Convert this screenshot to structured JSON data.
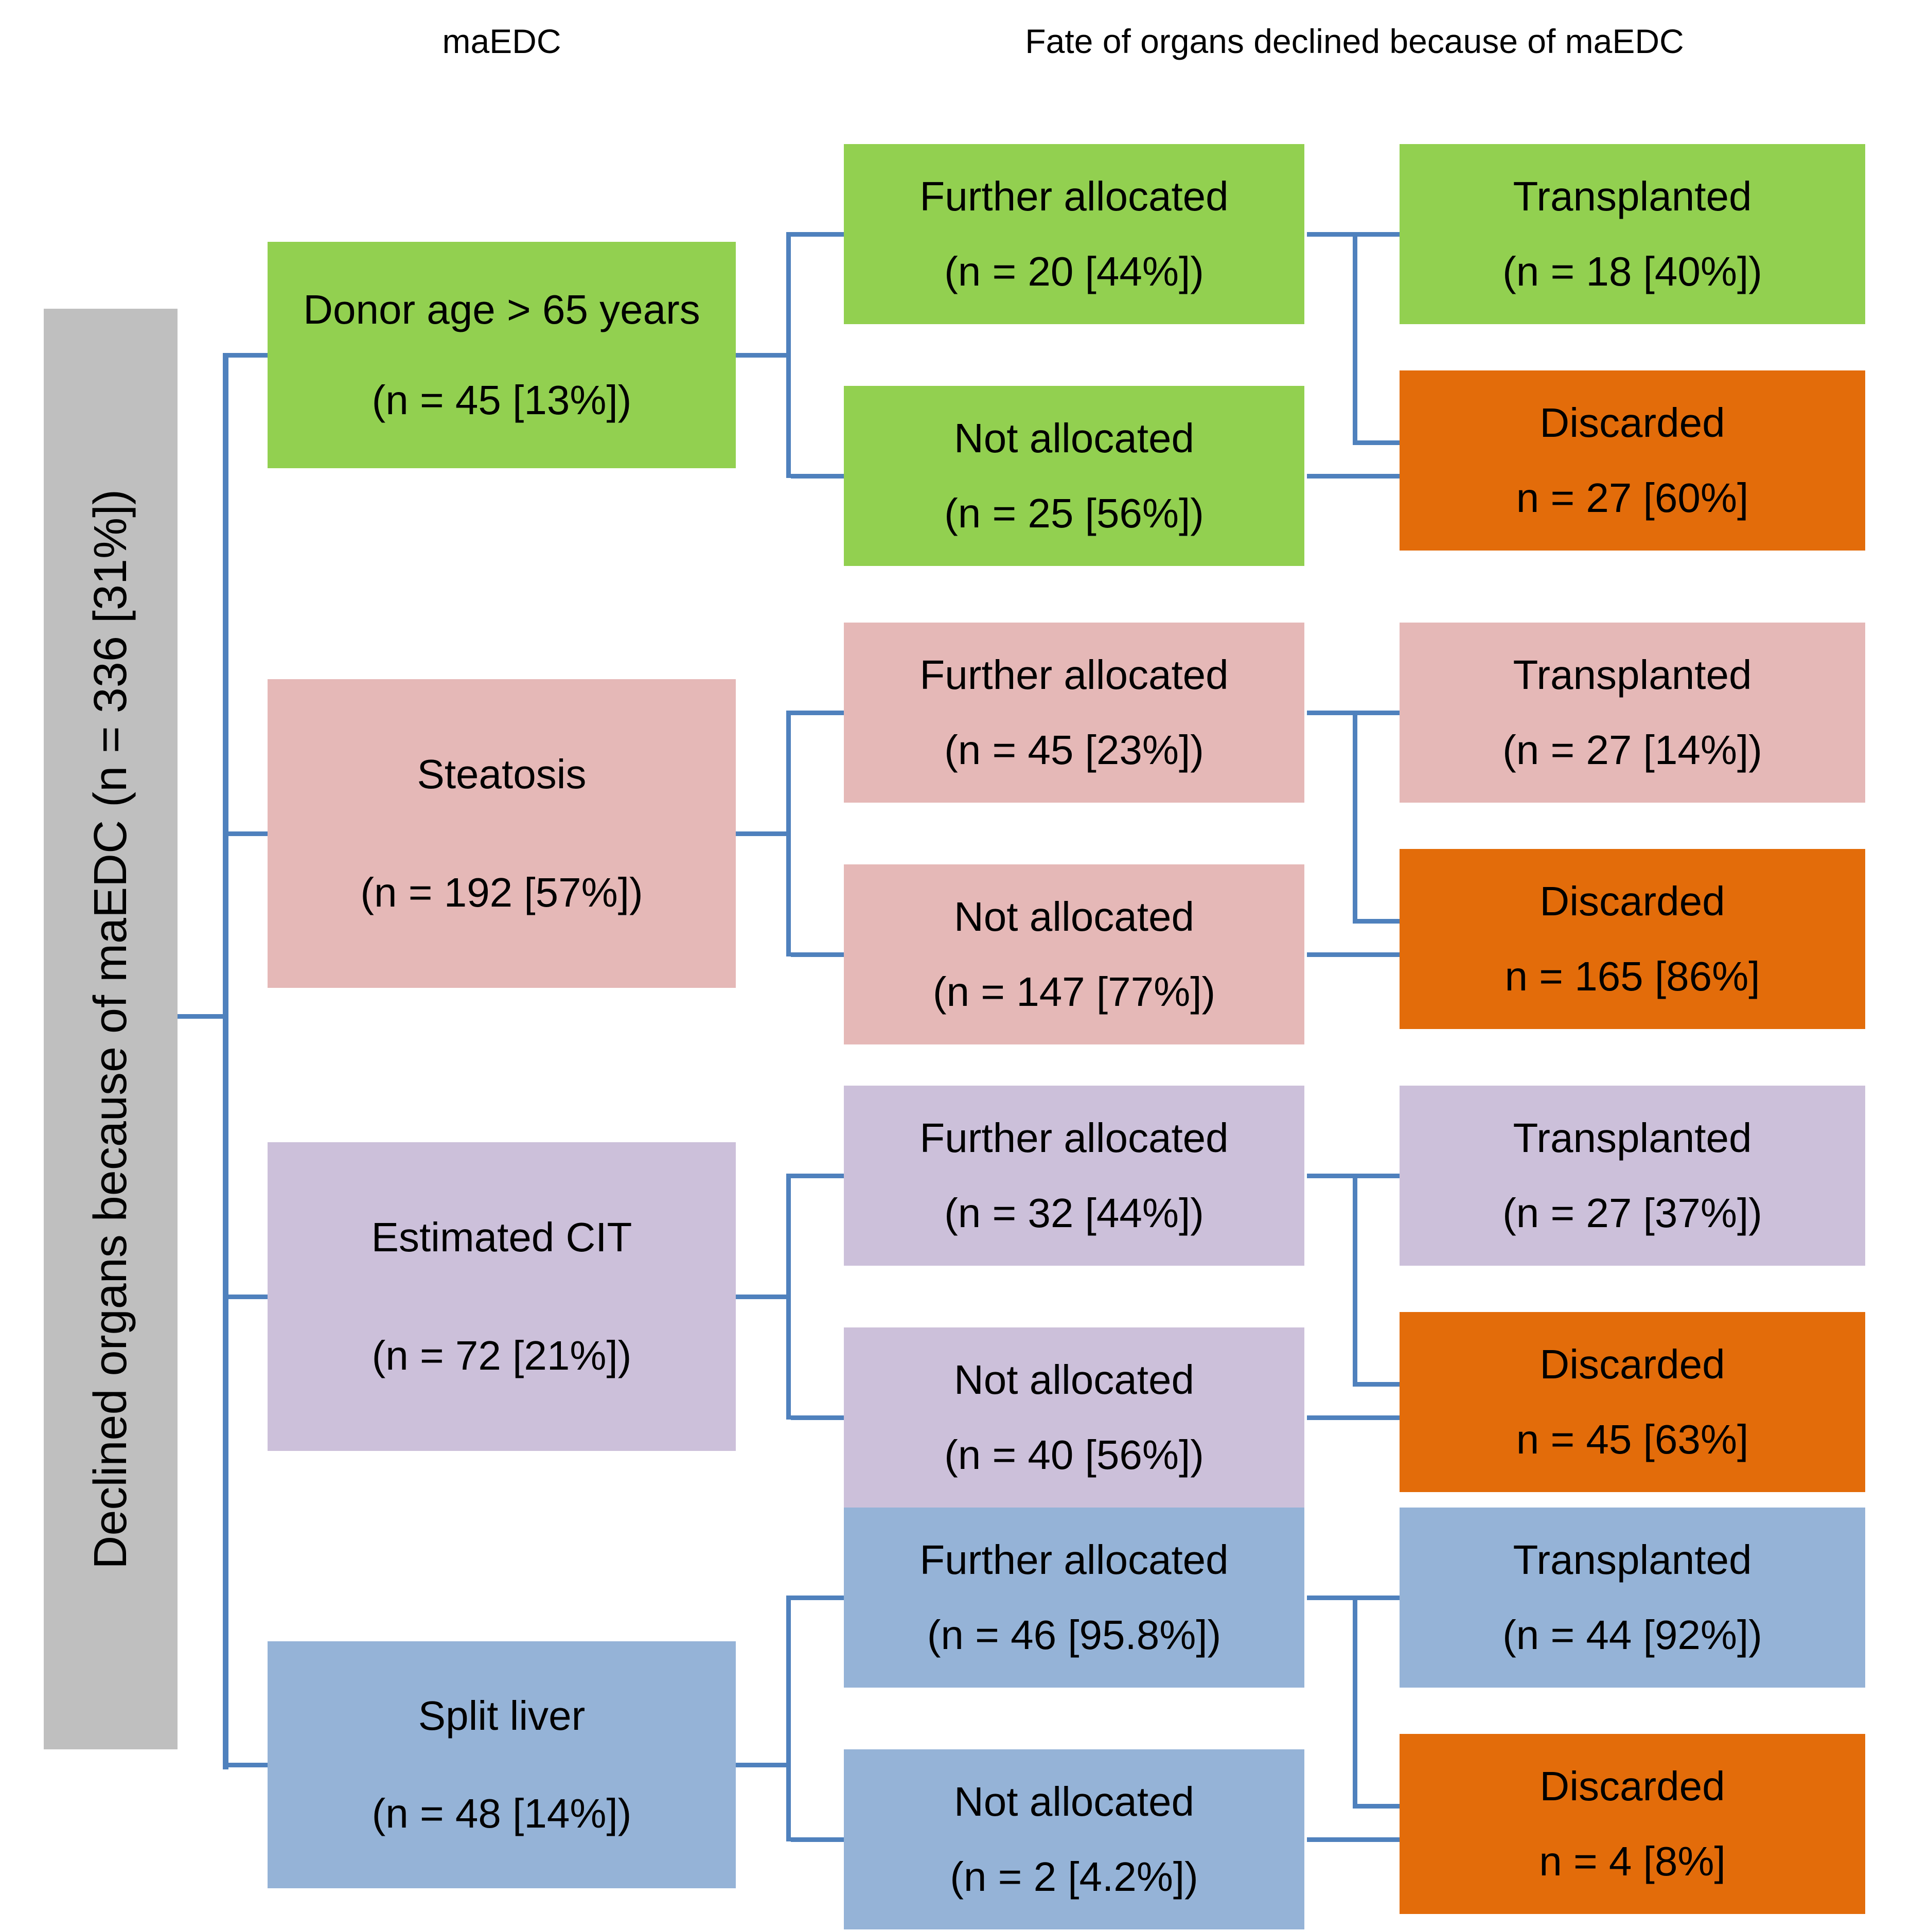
{
  "headers": {
    "maedc": "maEDC",
    "fate": "Fate of organs declined because of maEDC"
  },
  "root": {
    "label": "Declined organs because of maEDC (n = 336 [31%])"
  },
  "colors": {
    "green": "#92D050",
    "pink": "#E5B8B7",
    "lavender": "#CCC0DA",
    "blue": "#95B3D7",
    "orange": "#E36C0A",
    "gray": "#BFBFBF",
    "connector": "#4F81BD"
  },
  "rows": [
    {
      "id": "donor-age-over-65",
      "color": "#92D050",
      "category": {
        "line1": "Donor age > 65 years",
        "line2": "(n = 45 [13%])"
      },
      "further_allocated": {
        "line1": "Further allocated",
        "line2": "(n = 20 [44%])"
      },
      "not_allocated": {
        "line1": "Not allocated",
        "line2": "(n = 25 [56%])"
      },
      "transplanted": {
        "line1": "Transplanted",
        "line2": "(n = 18 [40%])"
      },
      "discarded": {
        "line1": "Discarded",
        "line2": "n = 27 [60%]"
      }
    },
    {
      "id": "steatosis",
      "color": "#E5B8B7",
      "category": {
        "line1": "Steatosis",
        "line2": "(n = 192 [57%])"
      },
      "further_allocated": {
        "line1": "Further allocated",
        "line2": "(n = 45 [23%])"
      },
      "not_allocated": {
        "line1": "Not allocated",
        "line2": "(n = 147 [77%])"
      },
      "transplanted": {
        "line1": "Transplanted",
        "line2": "(n = 27 [14%])"
      },
      "discarded": {
        "line1": "Discarded",
        "line2": "n = 165 [86%]"
      }
    },
    {
      "id": "estimated-cit",
      "color": "#CCC0DA",
      "category": {
        "line1": "Estimated CIT",
        "line2": "(n = 72 [21%])"
      },
      "further_allocated": {
        "line1": "Further allocated",
        "line2": "(n = 32 [44%])"
      },
      "not_allocated": {
        "line1": "Not allocated",
        "line2": "(n = 40 [56%])"
      },
      "transplanted": {
        "line1": "Transplanted",
        "line2": "(n = 27 [37%])"
      },
      "discarded": {
        "line1": "Discarded",
        "line2": "n = 45 [63%]"
      }
    },
    {
      "id": "split-liver",
      "color": "#95B3D7",
      "category": {
        "line1": "Split liver",
        "line2": "(n = 48 [14%])"
      },
      "further_allocated": {
        "line1": "Further allocated",
        "line2": "(n = 46 [95.8%])"
      },
      "not_allocated": {
        "line1": "Not allocated",
        "line2": "(n = 2 [4.2%])"
      },
      "transplanted": {
        "line1": "Transplanted",
        "line2": "(n = 44 [92%])"
      },
      "discarded": {
        "line1": "Discarded",
        "line2": "n = 4 [8%]"
      }
    }
  ]
}
